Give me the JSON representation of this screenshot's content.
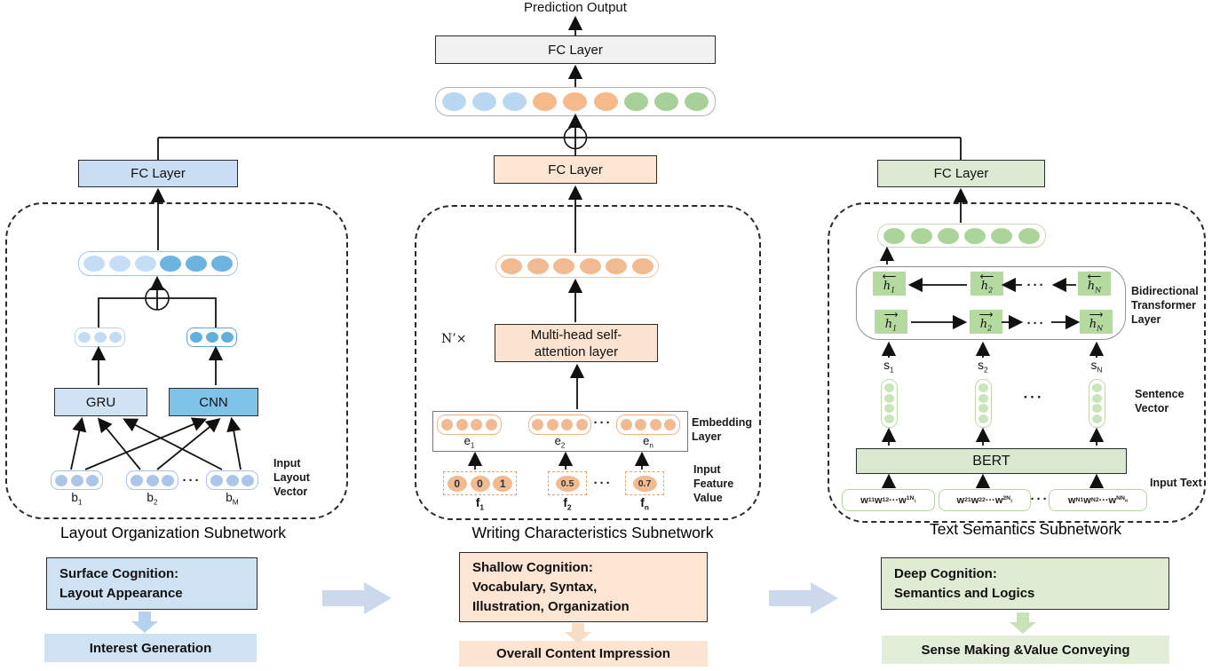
{
  "misc": {
    "ellipsis": "···"
  },
  "output": {
    "label": "Prediction Output",
    "fc": "FC Layer",
    "fusion_nodes": [
      "#b9d7f1",
      "#b9d7f1",
      "#b9d7f1",
      "#f5b98c",
      "#f5b98c",
      "#f5b98c",
      "#a6d097",
      "#a6d097",
      "#a6d097"
    ]
  },
  "layout": {
    "fc": "FC Layer",
    "title": "Layout Organization Subnetwork",
    "hidden_nodes": [
      "#c6def5",
      "#c6def5",
      "#c6def5",
      "#6db3e2",
      "#6db3e2",
      "#6db3e2"
    ],
    "gru_branch_nodes": [
      "#c3dcf4",
      "#c3dcf4",
      "#c3dcf4"
    ],
    "cnn_branch_nodes": [
      "#64aede",
      "#64aede",
      "#64aede"
    ],
    "input_nodes": [
      "#abc6e8",
      "#abc6e8",
      "#abc6e8"
    ],
    "gru": "GRU",
    "cnn": "CNN",
    "inputs": [
      {
        "label": "b<sub>1</sub>"
      },
      {
        "label": "b<sub>2</sub>"
      },
      {
        "label": "b<sub>M</sub>"
      }
    ],
    "input_label_html": "Input<br>Layout<br>Vector"
  },
  "writing": {
    "fc": "FC Layer",
    "title": "Writing Characteristics Subnetwork",
    "hidden_nodes": [
      "#f2ba90",
      "#f2ba90",
      "#f2ba90",
      "#f2ba90",
      "#f2ba90",
      "#f2ba90"
    ],
    "embed_nodes": [
      "#f2ba90",
      "#f2ba90",
      "#f2ba90",
      "#f2ba90"
    ],
    "n_times": "N’×",
    "attention_html": "Multi-head self-<br>attention layer",
    "embedding_label_html": "Embedding<br>Layer",
    "embeddings": [
      {
        "label": "e<sub>1</sub>"
      },
      {
        "label": "e<sub>2</sub>"
      },
      {
        "label": "e<sub>n</sub>"
      }
    ],
    "features": [
      {
        "label": "f<sub>1</sub>",
        "values": [
          "0",
          "0",
          "1"
        ]
      },
      {
        "label": "f<sub>2</sub>",
        "values": [
          "0.5"
        ]
      },
      {
        "label": "f<sub>n</sub>",
        "values": [
          "0.7"
        ]
      }
    ],
    "feature_label_html": "Input<br>Feature<br>Value"
  },
  "semantics": {
    "fc": "FC Layer",
    "title": "Text Semantics Subnetwork",
    "hidden_nodes": [
      "#abd49a",
      "#abd49a",
      "#abd49a",
      "#abd49a",
      "#abd49a",
      "#abd49a"
    ],
    "sv_nodes": [
      "#c9e5ba",
      "#c9e5ba",
      "#c9e5ba",
      "#c9e5ba"
    ],
    "bt_label_html": "Bidirectional<br>Transformer<br>Layer",
    "backward": [
      {
        "arrow": "⟵",
        "label": "h<sub>1</sub>"
      },
      {
        "arrow": "⟵",
        "label": "h<sub>2</sub>"
      },
      {
        "arrow": "⟵",
        "label": "h<sub>N</sub>"
      }
    ],
    "forward": [
      {
        "arrow": "⟶",
        "label": "h<sub>1</sub>"
      },
      {
        "arrow": "⟶",
        "label": "h<sub>2</sub>"
      },
      {
        "arrow": "⟶",
        "label": "h<sub>N</sub>"
      }
    ],
    "sentences": [
      {
        "label": "s<sub>1</sub>"
      },
      {
        "label": "s<sub>2</sub>"
      },
      {
        "label": "s<sub>N</sub>"
      }
    ],
    "sentence_label_html": "Sentence<br>Vector",
    "bert": "BERT",
    "words": [
      {
        "label": "w<sub>11</sub>w<sub>12</sub>···w<sub>1N<sub>1</sub></sub>"
      },
      {
        "label": "w<sub>21</sub>w<sub>22</sub>···w<sub>2N<sub>2</sub></sub>"
      },
      {
        "label": "w<sub>N1</sub>w<sub>N2</sub>···w<sub>NN<sub>N</sub></sub>"
      }
    ],
    "input_text_label": "Input Text"
  },
  "flow": {
    "stages": [
      {
        "top_html": "Surface Cognition:<br>Layout Appearance",
        "bottom": "Interest Generation"
      },
      {
        "top_html": "Shallow Cognition:<br>Vocabulary, Syntax,<br>Illustration, Organization",
        "bottom": "Overall Content Impression"
      },
      {
        "top_html": "Deep Cognition:<br>Semantics and Logics",
        "bottom": "Sense Making &amp;Value Conveying"
      }
    ]
  },
  "colors": {
    "blue_fill": "#cfe2f4",
    "blue_dark_fill": "#7ec3e8",
    "orange_fill": "#fce5d3",
    "green_fill": "#dcead3",
    "gray_fill": "#f1f1f1",
    "flow_arrow_blue": "#b5d3ec",
    "flow_arrow_orange": "#f8dcc6",
    "flow_arrow_green": "#c9e2b8",
    "flow_arrow_horizontal": "#ccd9ed"
  }
}
